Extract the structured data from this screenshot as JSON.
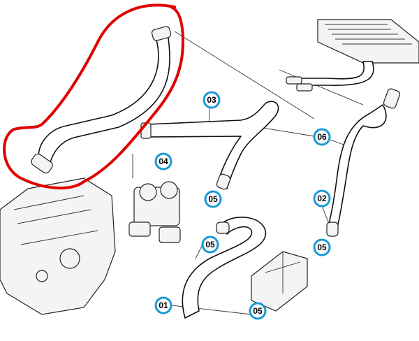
{
  "callouts": {
    "c01": "01",
    "c02": "02",
    "c03": "03",
    "c04": "04",
    "c05a": "05",
    "c05b": "05",
    "c05c": "05",
    "c05d": "05",
    "c06": "06"
  },
  "colors": {
    "callout_ring": "#1a9ad6",
    "highlight": "#e00000"
  }
}
